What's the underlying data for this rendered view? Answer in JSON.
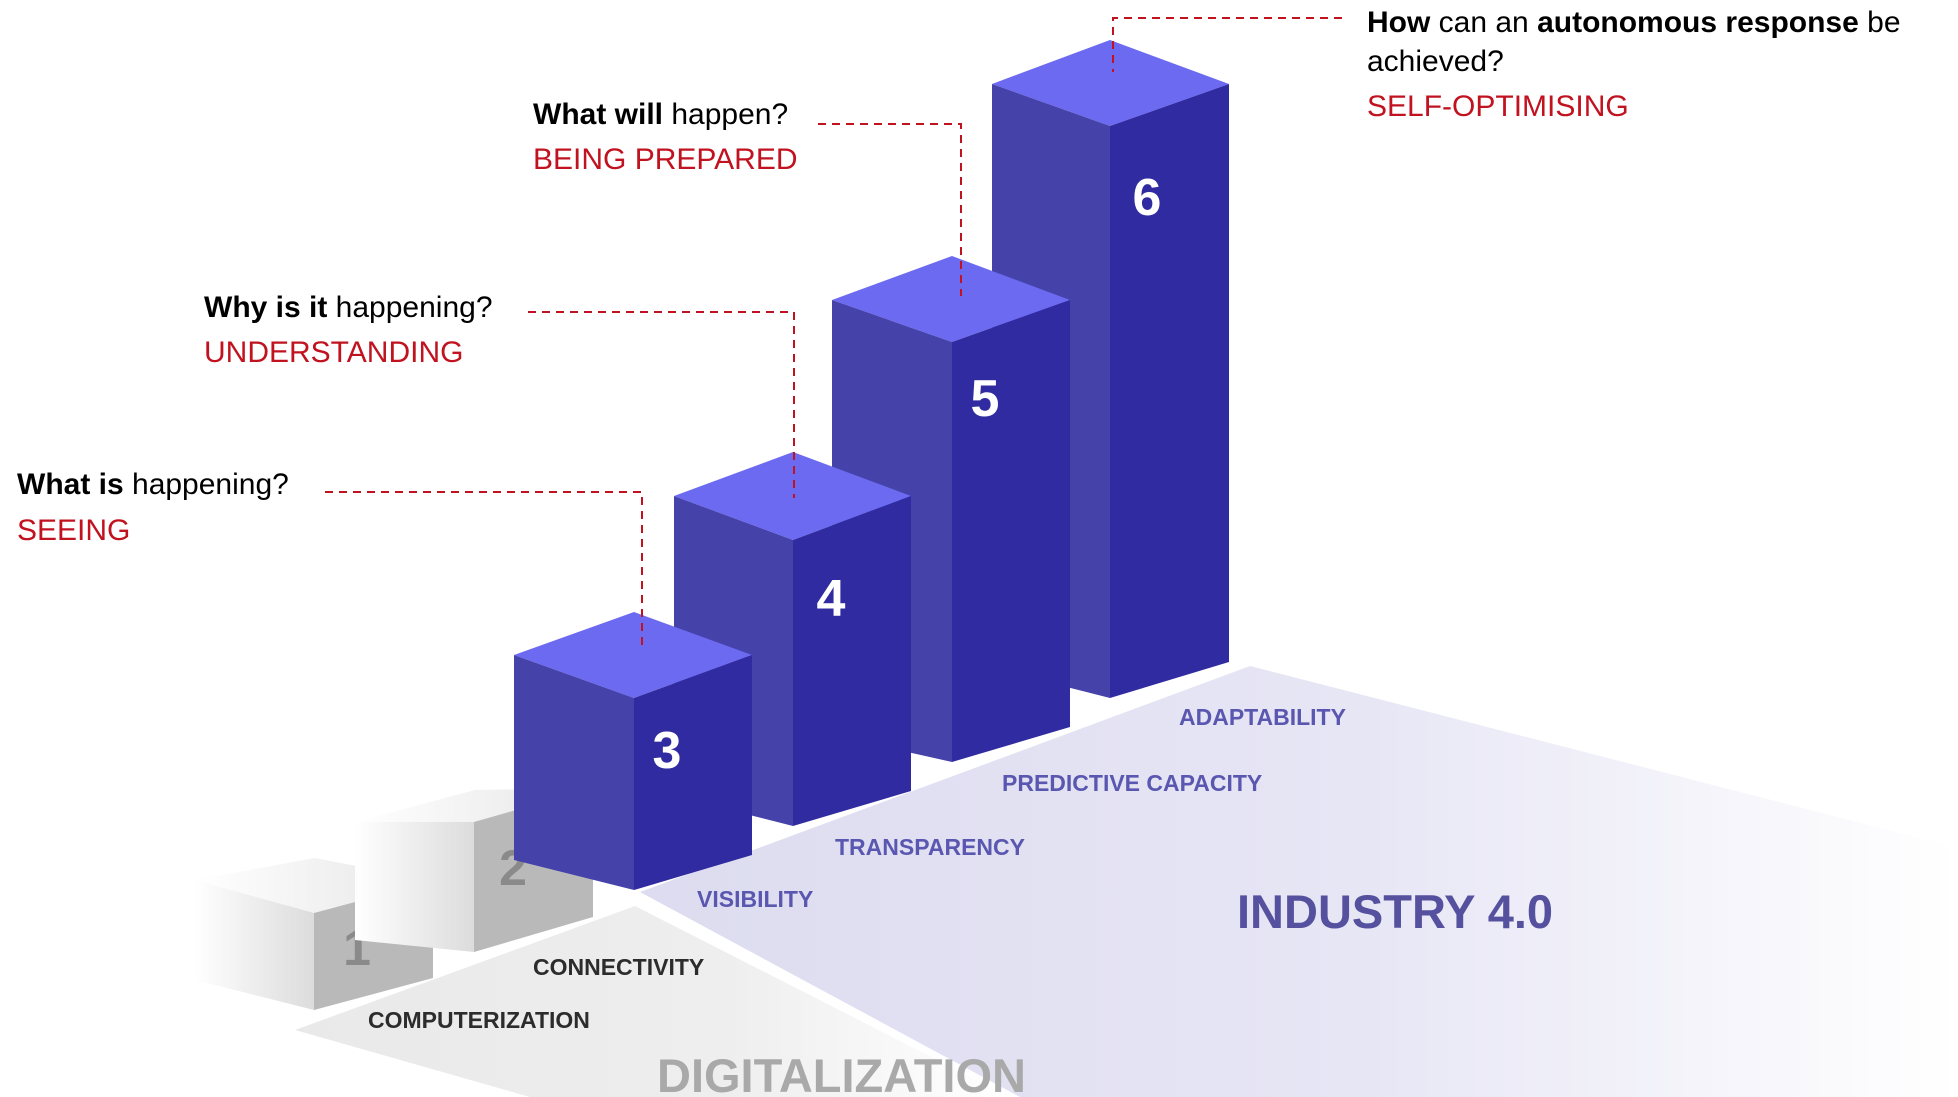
{
  "stages": [
    {
      "step": "1",
      "floor_label": "COMPUTERIZATION",
      "group": "digitalization"
    },
    {
      "step": "2",
      "floor_label": "CONNECTIVITY",
      "group": "digitalization"
    },
    {
      "step": "3",
      "floor_label": "VISIBILITY",
      "group": "industry",
      "question_bold": "What is",
      "question_rest": " happening?",
      "stage_name": "SEEING"
    },
    {
      "step": "4",
      "floor_label": "TRANSPARENCY",
      "group": "industry",
      "question_bold": "Why is it",
      "question_rest": " happening?",
      "stage_name": "UNDERSTANDING"
    },
    {
      "step": "5",
      "floor_label": "PREDICTIVE CAPACITY",
      "group": "industry",
      "question_bold": "What will",
      "question_rest": " happen?",
      "stage_name": "BEING PREPARED"
    },
    {
      "step": "6",
      "floor_label": "ADAPTABILITY",
      "group": "industry",
      "question_line1": [
        {
          "text": "How",
          "bold": true
        },
        {
          "text": " can an ",
          "bold": false
        },
        {
          "text": "autonomous response",
          "bold": true
        },
        {
          "text": " be",
          "bold": false
        }
      ],
      "question_line2": "achieved?",
      "stage_name": "SELF-OPTIMISING"
    }
  ],
  "zones": {
    "digitalization": "DIGITALIZATION",
    "industry": "INDUSTRY 4.0"
  },
  "colors": {
    "bar_front": "#302ba0",
    "bar_left": "#4542aa",
    "bar_top": "#6b6af0",
    "accent_red": "#c1121f",
    "zone_blue_text": "#55519f",
    "zone_gray_text": "#a9a9a9"
  }
}
